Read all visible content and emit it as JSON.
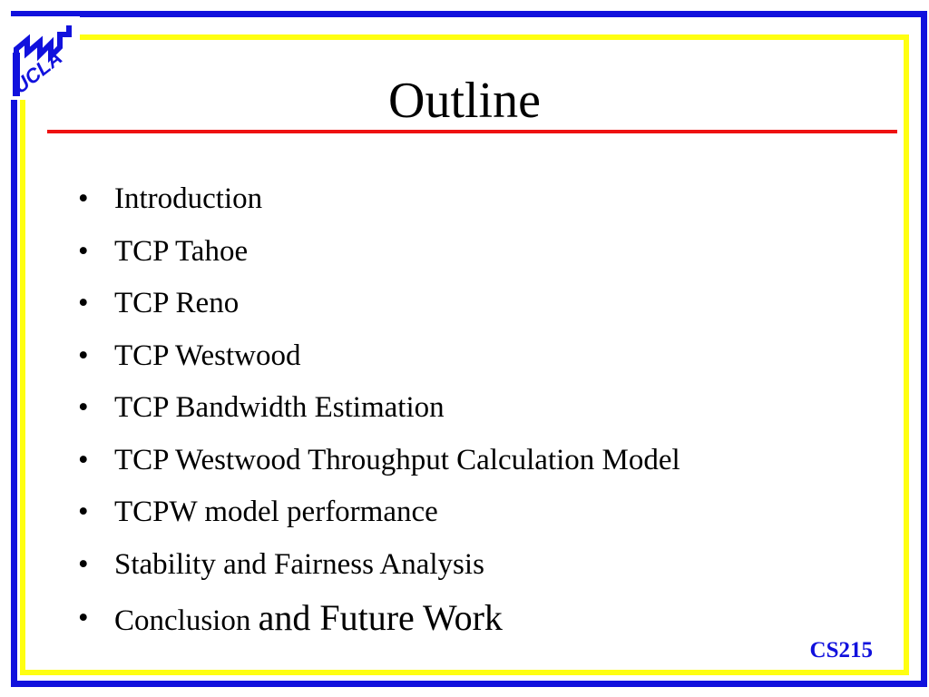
{
  "slide": {
    "logo_text": "UCLA",
    "title": "Outline",
    "bullets": [
      {
        "text": "Introduction"
      },
      {
        "text": "TCP Tahoe"
      },
      {
        "text": "TCP Reno"
      },
      {
        "text": "TCP Westwood"
      },
      {
        "text": "TCP Bandwidth Estimation"
      },
      {
        "text": "TCP Westwood Throughput Calculation Model"
      },
      {
        "text": "TCPW model performance"
      },
      {
        "text": "Stability and Fairness Analysis"
      },
      {
        "text": "Conclusion",
        "text_large": "and Future Work"
      }
    ],
    "bullet_glyph": "•",
    "footer": "CS215"
  },
  "colors": {
    "frame_outer": "#1111dd",
    "frame_inner": "#ffff11",
    "title_rule": "#ee1111",
    "footer": "#1111dd"
  },
  "icons": {
    "logo": "ucla-logo"
  }
}
